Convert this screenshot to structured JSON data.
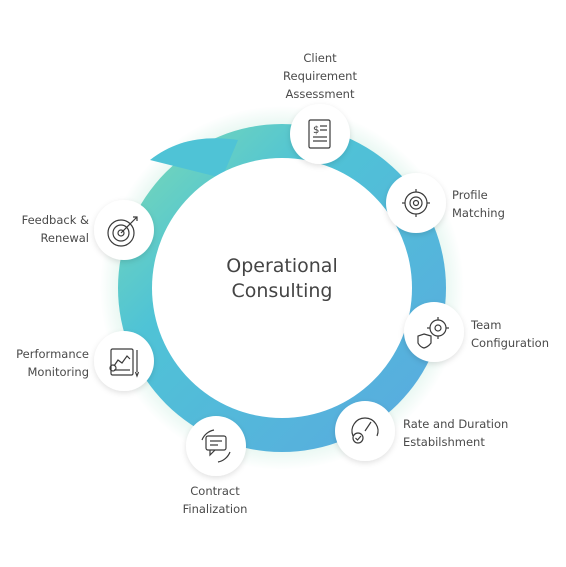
{
  "center": {
    "title": "Operational\nConsulting"
  },
  "steps": [
    {
      "label": "Client\nRequirement\nAssessment",
      "icon": "document-dollar-icon"
    },
    {
      "label": "Profile\nMatching",
      "icon": "target-gear-icon"
    },
    {
      "label": "Team\nConfiguration",
      "icon": "gear-shield-icon"
    },
    {
      "label": "Rate and Duration\nEstabilshment",
      "icon": "speedometer-check-icon"
    },
    {
      "label": "Contract\nFinalization",
      "icon": "chat-bubbles-icon"
    },
    {
      "label": "Performance\nMonitoring",
      "icon": "chart-document-icon"
    },
    {
      "label": "Feedback &\nRenewal",
      "icon": "target-arrow-icon"
    }
  ],
  "colors": {
    "ring_green": "#7fdcb0",
    "ring_teal": "#4fc3d6",
    "ring_blue": "#5aaee0",
    "icon_stroke": "#3a3a3a",
    "text": "#4a4a4a"
  }
}
